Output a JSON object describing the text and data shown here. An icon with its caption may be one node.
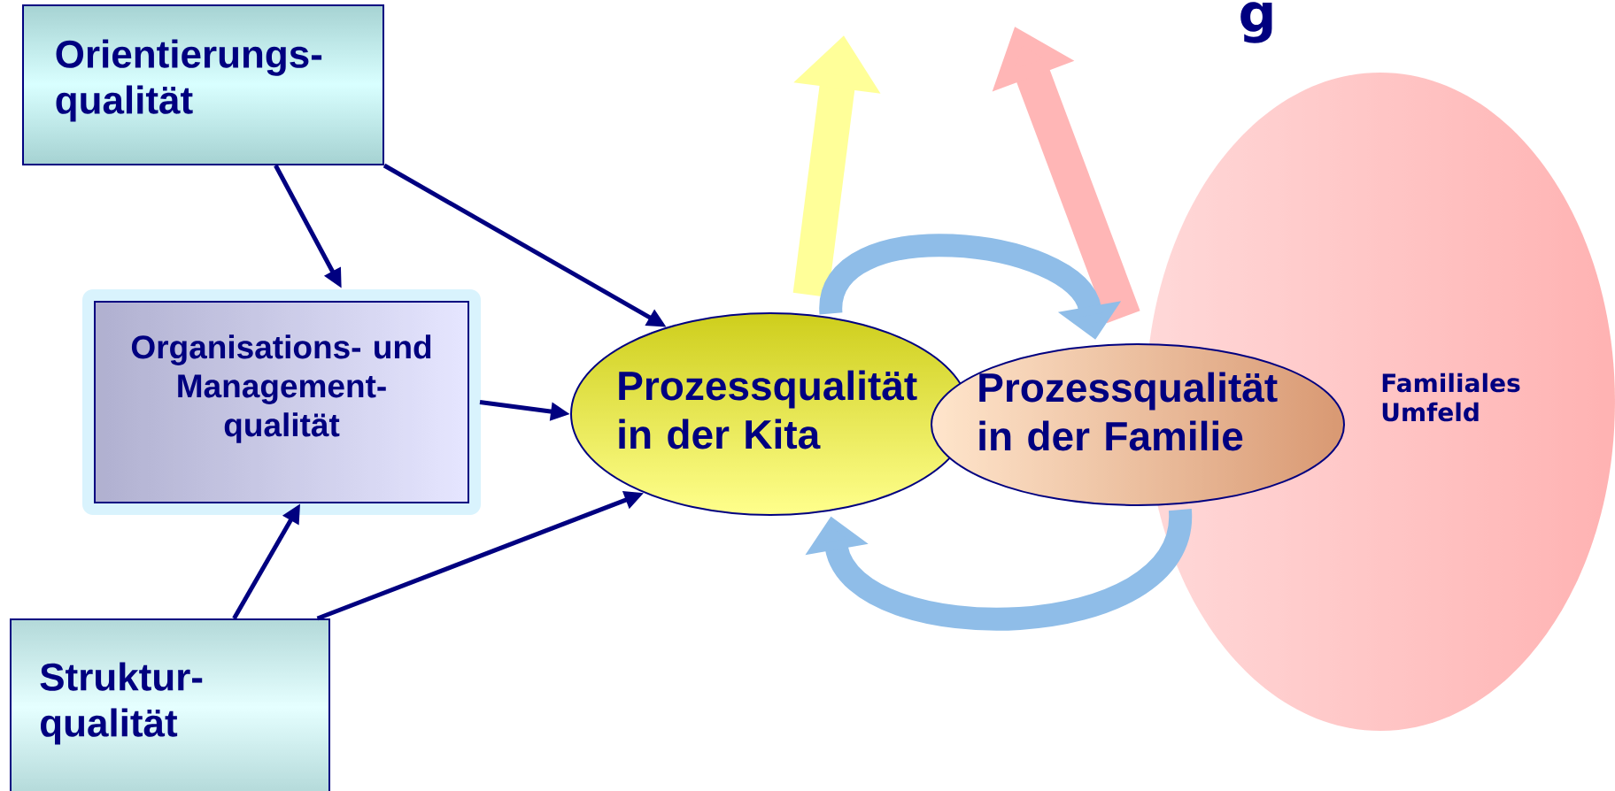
{
  "diagram": {
    "nodes": [
      {
        "text": [
          "Orientierungs- qualität"
        ]
      },
      {
        "text": [
          "Organisations- und Management- qualität"
        ]
      },
      {
        "text": [
          "Prozessqualität in der Kita"
        ]
      },
      {
        "text": [
          "Prozessqualität in der Familie"
        ]
      },
      {
        "text": [
          "Familiales Umfeld"
        ]
      },
      {
        "text": [
          "Struktur- qualität"
        ]
      }
    ],
    "edges": [
      {
        "from": 0,
        "to": 1,
        "arrow": "to"
      },
      {
        "from": 0,
        "to": 2,
        "arrow": "to"
      },
      {
        "from": 1,
        "to": 2,
        "arrow": "to"
      },
      {
        "from": 5,
        "to": 1,
        "arrow": "to"
      },
      {
        "from": 5,
        "to": 2,
        "arrow": "to"
      },
      {
        "from": 2,
        "to": null,
        "arrow": "to",
        "style": "thick",
        "color": "#ffff99"
      },
      {
        "from": 3,
        "to": null,
        "arrow": "to",
        "style": "thick",
        "color": "#ffb6b6"
      },
      {
        "from": 2,
        "to": 3,
        "arrow": "to",
        "style": "thick",
        "color": "#8fbde8"
      },
      {
        "from": 3,
        "to": 2,
        "arrow": "to",
        "style": "thick",
        "color": "#8fbde8"
      }
    ],
    "labels": [
      "g"
    ]
  }
}
